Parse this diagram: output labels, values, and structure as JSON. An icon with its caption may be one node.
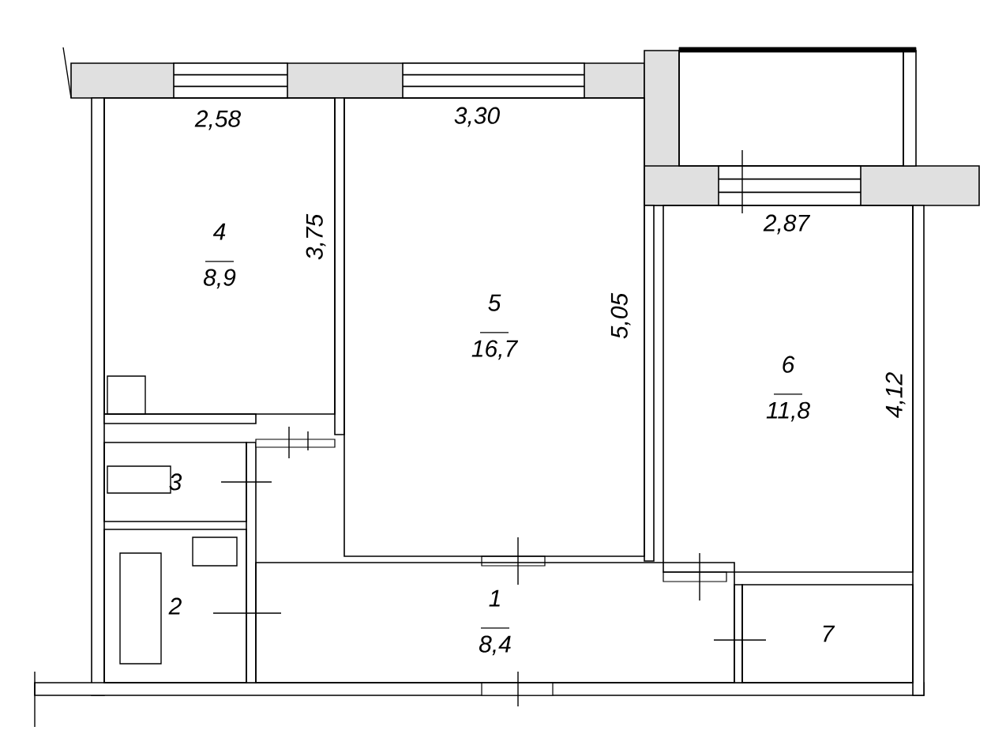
{
  "diagram": {
    "nodes": [
      {
        "text": [
          "4",
          "8,9"
        ]
      },
      {
        "text": [
          "5",
          "16,7"
        ]
      },
      {
        "text": [],
        "shape": "box"
      },
      {
        "text": [
          "6",
          "11,8"
        ]
      },
      {
        "text": [
          "3"
        ]
      },
      {
        "text": [
          "2"
        ]
      },
      {
        "text": [
          "1",
          "8,4"
        ]
      },
      {
        "text": [
          "7"
        ]
      }
    ],
    "edges": [],
    "labels": [
      "2,58",
      "3,30",
      "3,75",
      "5,05",
      "2,87",
      "4,12"
    ]
  }
}
